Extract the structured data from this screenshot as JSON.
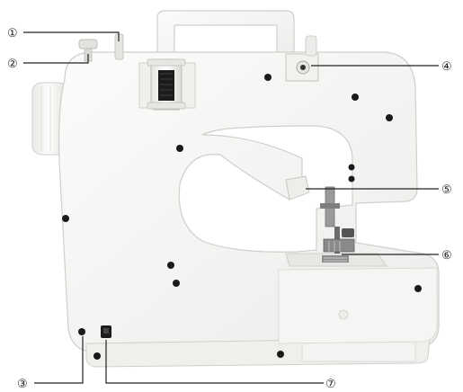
{
  "callouts": [
    {
      "id": "1",
      "label": "①"
    },
    {
      "id": "2",
      "label": "②"
    },
    {
      "id": "3",
      "label": "③"
    },
    {
      "id": "4",
      "label": "④"
    },
    {
      "id": "5",
      "label": "⑤"
    },
    {
      "id": "6",
      "label": "⑥"
    },
    {
      "id": "7",
      "label": "⑦"
    }
  ],
  "colors": {
    "body": "#f7f7f6",
    "outline": "#cfcfcc",
    "shadow": "#e6e6e3",
    "screw": "#1a1a1a",
    "leader": "#222222"
  }
}
